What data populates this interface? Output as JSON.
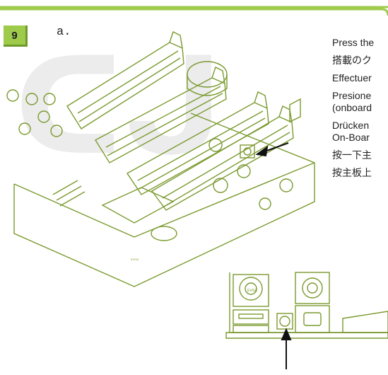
{
  "step": {
    "number": "9",
    "substep": "a."
  },
  "instructions": [
    {
      "lines": [
        "Press the"
      ]
    },
    {
      "lines": [
        "搭載のク"
      ]
    },
    {
      "lines": [
        "Effectuer"
      ]
    },
    {
      "lines": [
        "Presione",
        "(onboard"
      ]
    },
    {
      "lines": [
        "Drücken",
        "On-Boar"
      ]
    },
    {
      "lines": [
        "按一下主"
      ]
    },
    {
      "lines": [
        "按主板上"
      ]
    }
  ],
  "board": {
    "silkscreen_text": "EVGA"
  },
  "colors": {
    "accent_green": "#9fcb4c",
    "line_green": "#7a9a2e",
    "watermark": "#ececec"
  }
}
